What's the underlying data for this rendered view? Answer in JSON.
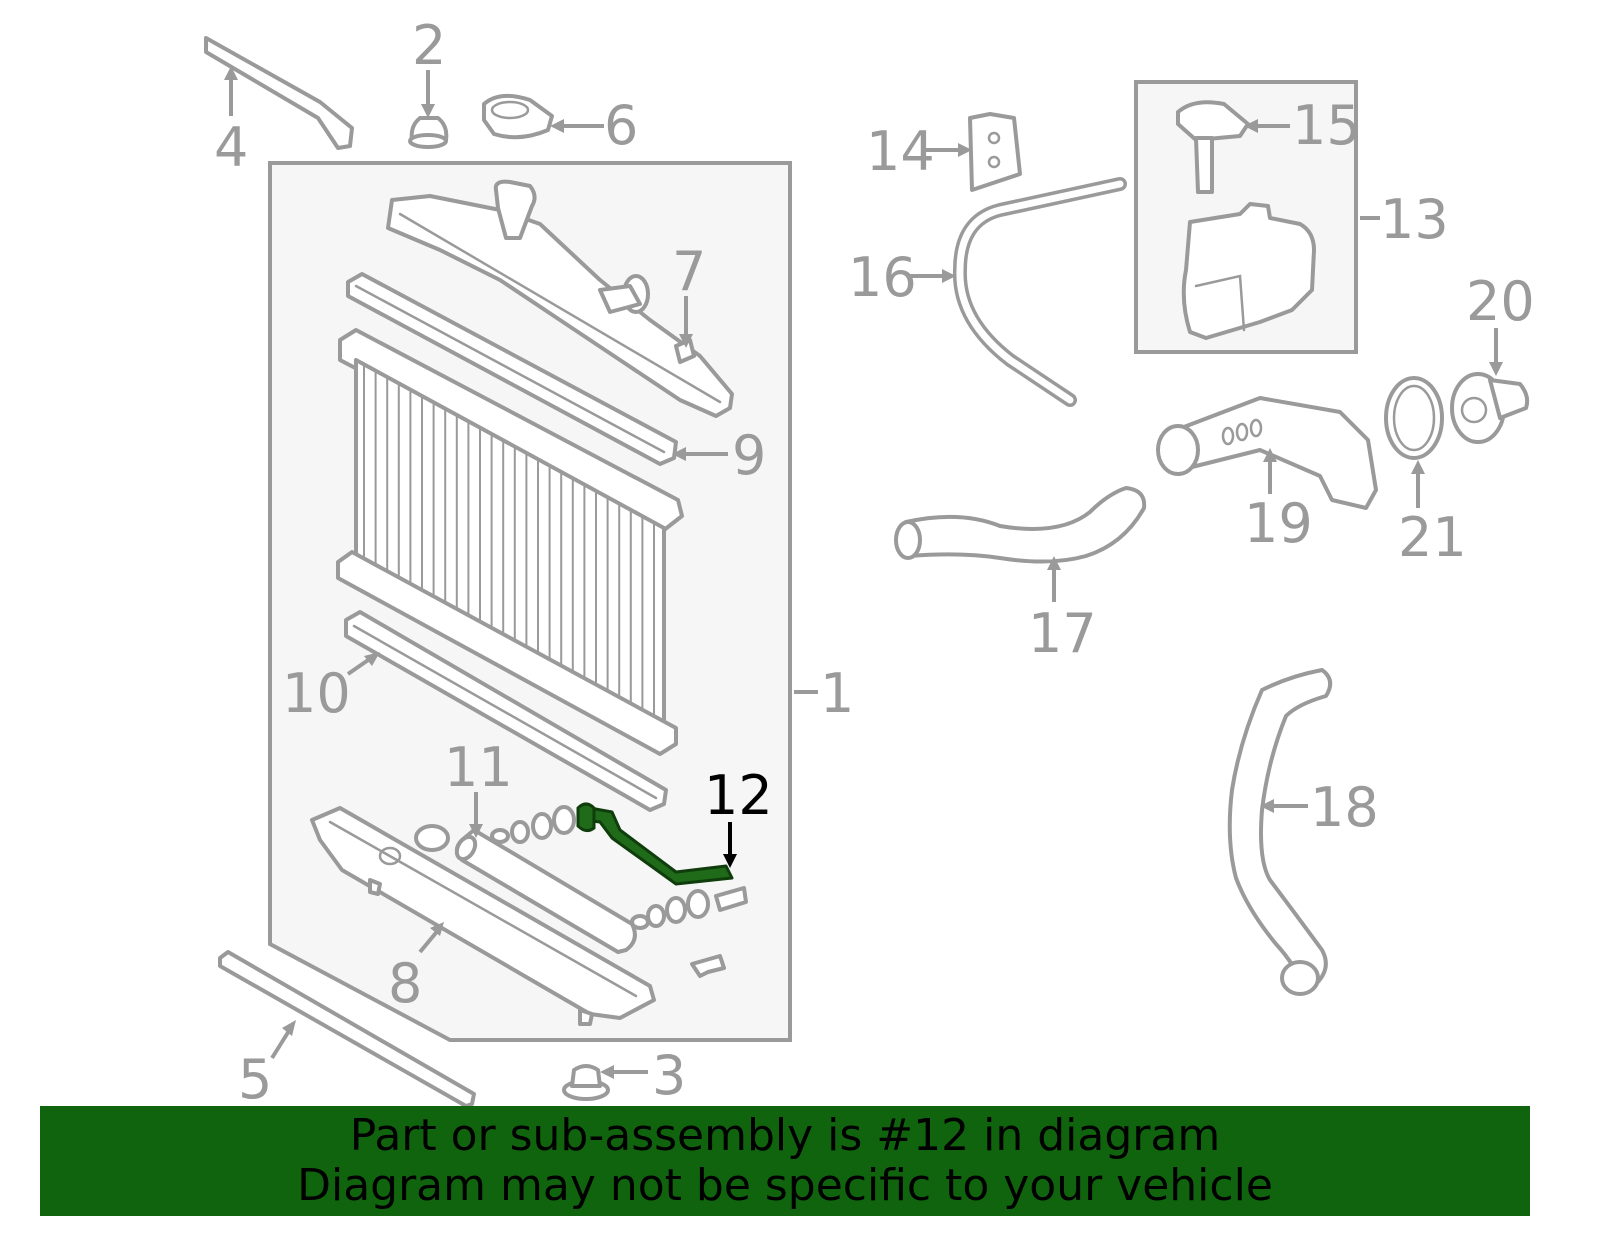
{
  "callouts": {
    "c1": "1",
    "c2": "2",
    "c3": "3",
    "c4": "4",
    "c5": "5",
    "c6": "6",
    "c7": "7",
    "c8": "8",
    "c9": "9",
    "c10": "10",
    "c11": "11",
    "c12": "12",
    "c13": "13",
    "c14": "14",
    "c15": "15",
    "c16": "16",
    "c17": "17",
    "c18": "18",
    "c19": "19",
    "c20": "20",
    "c21": "21"
  },
  "highlighted_part": "12",
  "colors": {
    "part_stroke": "#9a9a9a",
    "highlight_part": "#1f6b1a",
    "banner_background": "#10640d",
    "banner_text": "#000000"
  },
  "banner": {
    "line1": "Part or sub-assembly is #12 in diagram",
    "line2": "Diagram may not be specific to your vehicle"
  }
}
